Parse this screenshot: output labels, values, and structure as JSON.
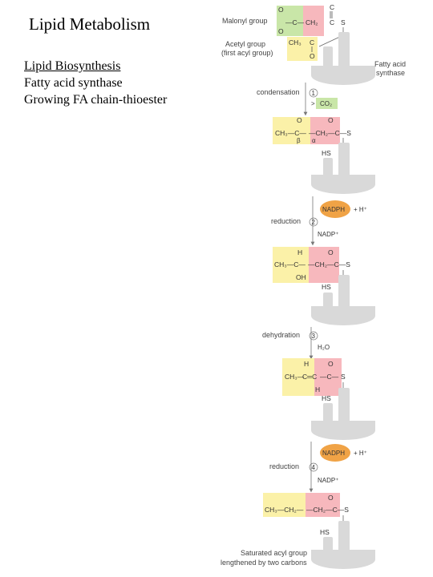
{
  "title": "Lipid Metabolism",
  "notes": {
    "heading": "Lipid Biosynthesis",
    "line1": "Fatty acid synthase",
    "line2": "Growing FA chain-thioester"
  },
  "diagram": {
    "malonyl_label": "Malonyl group",
    "acetyl_label_1": "Acetyl group",
    "acetyl_label_2": "(first acyl group)",
    "enzyme_label_1": "Fatty acid",
    "enzyme_label_2": "synthase",
    "steps": {
      "condensation": "condensation",
      "reduction1": "reduction",
      "dehydration": "dehydration",
      "reduction2": "reduction"
    },
    "step_numbers": [
      "1",
      "2",
      "3",
      "4"
    ],
    "products": {
      "co2": "CO₂",
      "nadph1": "NADPH",
      "h_plus1": "+ H⁺",
      "nadp1": "NADP⁺",
      "h2o": "H₂O",
      "nadph2": "NADPH",
      "h_plus2": "+ H⁺",
      "nadp2": "NADP⁺"
    },
    "final_label_1": "Saturated acyl group",
    "final_label_2": "lengthened by two carbons",
    "atoms": {
      "c": "C",
      "s": "S",
      "o": "O",
      "ch2": "CH₂",
      "ch3": "CH₃",
      "hs": "HS",
      "h": "H",
      "oh": "OH",
      "dash_c": "—C—",
      "ch3c": "CH₃—C—",
      "ch2c_dash": "—CH₂—C—S",
      "ch3ch2": "CH₃—CH₂—",
      "c_eq_c": "C═C",
      "beta": "β",
      "alpha": "α",
      "ch3_dash": "CH₃—"
    }
  }
}
